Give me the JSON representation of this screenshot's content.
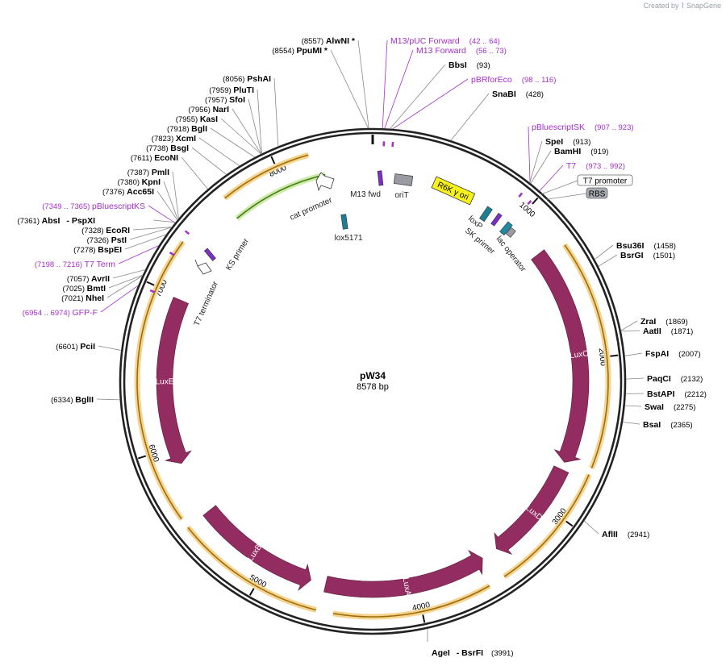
{
  "app": {
    "credit_prefix": "Created by",
    "credit_brand": "SnapGene"
  },
  "plasmid": {
    "name": "pW34",
    "length_label": "8578 bp",
    "length": 8578
  },
  "ticks": [
    {
      "pos": 1000,
      "label": "1000"
    },
    {
      "pos": 2000,
      "label": "2000"
    },
    {
      "pos": 3000,
      "label": "3000"
    },
    {
      "pos": 4000,
      "label": "4000"
    },
    {
      "pos": 5000,
      "label": "5000"
    },
    {
      "pos": 6000,
      "label": "6000"
    },
    {
      "pos": 7000,
      "label": "7000"
    },
    {
      "pos": 8000,
      "label": "8000"
    }
  ],
  "right_labels": [
    {
      "name": "SnaBI",
      "pos": "(428)",
      "site": 428,
      "color": "black"
    },
    {
      "name": "pBluescriptSK",
      "pos": "(907 .. 923)",
      "site": 915,
      "color": "purple"
    },
    {
      "name": "SpeI",
      "pos": "(913)",
      "site": 913,
      "color": "black"
    },
    {
      "name": "BamHI",
      "pos": "(919)",
      "site": 919,
      "color": "black"
    },
    {
      "name": "T7",
      "pos": "(973 .. 992)",
      "site": 982,
      "color": "purple"
    },
    {
      "name": "T7 promoter",
      "pos": "",
      "site": 1000,
      "color": "box"
    },
    {
      "name": "RBS",
      "pos": "",
      "site": 1040,
      "color": "graybox"
    },
    {
      "name": "Bsu36I",
      "pos": "(1458)",
      "site": 1458,
      "color": "black"
    },
    {
      "name": "BsrGI",
      "pos": "(1501)",
      "site": 1501,
      "color": "black"
    },
    {
      "name": "ZraI",
      "pos": "(1869)",
      "site": 1869,
      "color": "black"
    },
    {
      "name": "AatII",
      "pos": "(1871)",
      "site": 1871,
      "color": "black"
    },
    {
      "name": "FspAI",
      "pos": "(2007)",
      "site": 2007,
      "color": "black"
    },
    {
      "name": "PaqCI",
      "pos": "(2132)",
      "site": 2132,
      "color": "black"
    },
    {
      "name": "BstAPI",
      "pos": "(2212)",
      "site": 2212,
      "color": "black"
    },
    {
      "name": "SwaI",
      "pos": "(2275)",
      "site": 2275,
      "color": "black"
    },
    {
      "name": "BsaI",
      "pos": "(2365)",
      "site": 2365,
      "color": "black"
    },
    {
      "name": "AflII",
      "pos": "(2941)",
      "site": 2941,
      "color": "black"
    }
  ],
  "top_labels": [
    {
      "name": "AlwNI *",
      "pos": "(8557)",
      "site": 8557,
      "color": "black"
    },
    {
      "name": "PpuMI *",
      "pos": "(8554)",
      "site": 8554,
      "color": "black"
    },
    {
      "name": "M13/pUC Forward",
      "pos": "(42 .. 64)",
      "site": 53,
      "color": "purple"
    },
    {
      "name": "M13 Forward",
      "pos": "(56 .. 73)",
      "site": 64,
      "color": "purple"
    },
    {
      "name": "BbsI",
      "pos": "(93)",
      "site": 93,
      "color": "black"
    },
    {
      "name": "pBRforEco",
      "pos": "(98 .. 116)",
      "site": 107,
      "color": "purple"
    }
  ],
  "bottom_label": {
    "name1": "AgeI",
    "name2": "- BsrFI",
    "pos": "(3991)",
    "site": 3991
  },
  "left_labels": [
    {
      "name": "PshAI",
      "pos": "(8056)",
      "site": 8056,
      "color": "black"
    },
    {
      "name": "PluTI",
      "pos": "(7959)",
      "site": 7959,
      "color": "black"
    },
    {
      "name": "SfoI",
      "pos": "(7957)",
      "site": 7957,
      "color": "black"
    },
    {
      "name": "NarI",
      "pos": "(7956)",
      "site": 7956,
      "color": "black"
    },
    {
      "name": "KasI",
      "pos": "(7955)",
      "site": 7955,
      "color": "black"
    },
    {
      "name": "BglI",
      "pos": "(7918)",
      "site": 7918,
      "color": "black"
    },
    {
      "name": "XcmI",
      "pos": "(7823)",
      "site": 7823,
      "color": "black"
    },
    {
      "name": "BsgI",
      "pos": "(7738)",
      "site": 7738,
      "color": "black"
    },
    {
      "name": "EcoNI",
      "pos": "(7611)",
      "site": 7611,
      "color": "black"
    },
    {
      "name": "PmlI",
      "pos": "(7387)",
      "site": 7387,
      "color": "black"
    },
    {
      "name": "KpnI",
      "pos": "(7380)",
      "site": 7380,
      "color": "black"
    },
    {
      "name": "Acc65I",
      "pos": "(7376)",
      "site": 7376,
      "color": "black"
    },
    {
      "name": "pBluescriptKS",
      "pos": "(7349 .. 7365)",
      "site": 7357,
      "color": "purple"
    },
    {
      "name": "AbsI",
      "pos": "(7361)",
      "site": 7361,
      "color": "black",
      "extra": "- PspXI"
    },
    {
      "name": "EcoRI",
      "pos": "(7328)",
      "site": 7328,
      "color": "black"
    },
    {
      "name": "PstI",
      "pos": "(7326)",
      "site": 7326,
      "color": "black"
    },
    {
      "name": "BspEI",
      "pos": "(7278)",
      "site": 7278,
      "color": "black"
    },
    {
      "name": "T7 Term",
      "pos": "(7198 .. 7216)",
      "site": 7207,
      "color": "purple"
    },
    {
      "name": "AvrII",
      "pos": "(7057)",
      "site": 7057,
      "color": "black"
    },
    {
      "name": "BmtI",
      "pos": "(7025)",
      "site": 7025,
      "color": "black"
    },
    {
      "name": "NheI",
      "pos": "(7021)",
      "site": 7021,
      "color": "black"
    },
    {
      "name": "GFP-F",
      "pos": "(6954 .. 6974)",
      "site": 6964,
      "color": "purple"
    },
    {
      "name": "PciI",
      "pos": "(6601)",
      "site": 6601,
      "color": "black"
    },
    {
      "name": "BglII",
      "pos": "(6334)",
      "site": 6334,
      "color": "black"
    }
  ],
  "features": [
    {
      "name": "LuxC",
      "start": 1250,
      "end": 2690,
      "color": "#922c61",
      "direction": "cw"
    },
    {
      "name": "LuxD",
      "start": 2740,
      "end": 3420,
      "color": "#922c61",
      "direction": "cw"
    },
    {
      "name": "LuxA",
      "start": 3530,
      "end": 4600,
      "color": "#922c61",
      "direction": "ccw"
    },
    {
      "name": "LuxB",
      "start": 4700,
      "end": 5520,
      "color": "#922c61",
      "direction": "ccw"
    },
    {
      "name": "LuxE",
      "start": 5880,
      "end": 6980,
      "color": "#922c61",
      "direction": "ccw"
    }
  ],
  "inner_labels": [
    {
      "name": "R6K γ ori"
    },
    {
      "name": "oriT"
    },
    {
      "name": "M13 fwd"
    },
    {
      "name": "cat promoter"
    },
    {
      "name": "lox5171"
    },
    {
      "name": "loxP"
    },
    {
      "name": "SK primer"
    },
    {
      "name": "lac operator"
    },
    {
      "name": "KS primer"
    },
    {
      "name": "T7 terminator"
    }
  ]
}
